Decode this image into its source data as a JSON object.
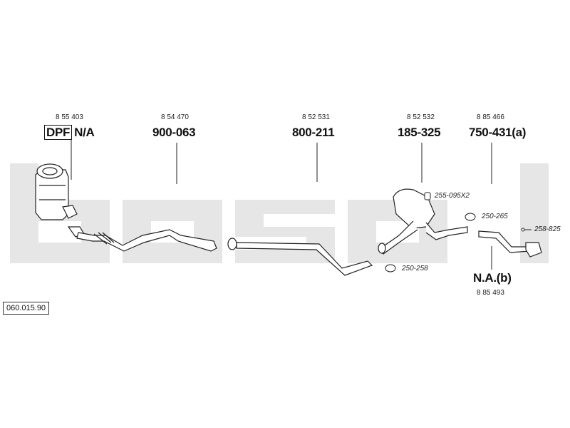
{
  "colors": {
    "watermark": "#e6e6e6",
    "line": "#222222",
    "pipe_fill": "#ffffff"
  },
  "document_number": "060.015.90",
  "watermark": "bosal",
  "parts": [
    {
      "id": "dpf",
      "number": "8 55 403",
      "prefix": "DPF",
      "code": "N/A"
    },
    {
      "id": "front-pipe",
      "number": "8 54 470",
      "code": "900-063"
    },
    {
      "id": "middle-pipe",
      "number": "8 52 531",
      "code": "800-211"
    },
    {
      "id": "rear-silencer",
      "number": "8 52 532",
      "code": "185-325"
    },
    {
      "id": "tailpipe",
      "number": "8 85 466",
      "code": "750-431(a)"
    },
    {
      "id": "alt-tailpipe",
      "number": "8 85 493",
      "code": "N.A.(b)"
    }
  ],
  "accessories": [
    {
      "id": "mount",
      "icon": "rubber-mount-icon",
      "code": "255-095X2"
    },
    {
      "id": "clamp-1",
      "icon": "clamp-icon",
      "code": "250-265"
    },
    {
      "id": "clamp-2",
      "icon": "clamp-icon",
      "code": "250-258"
    },
    {
      "id": "bolt",
      "icon": "bolt-icon",
      "code": "258-825"
    }
  ]
}
